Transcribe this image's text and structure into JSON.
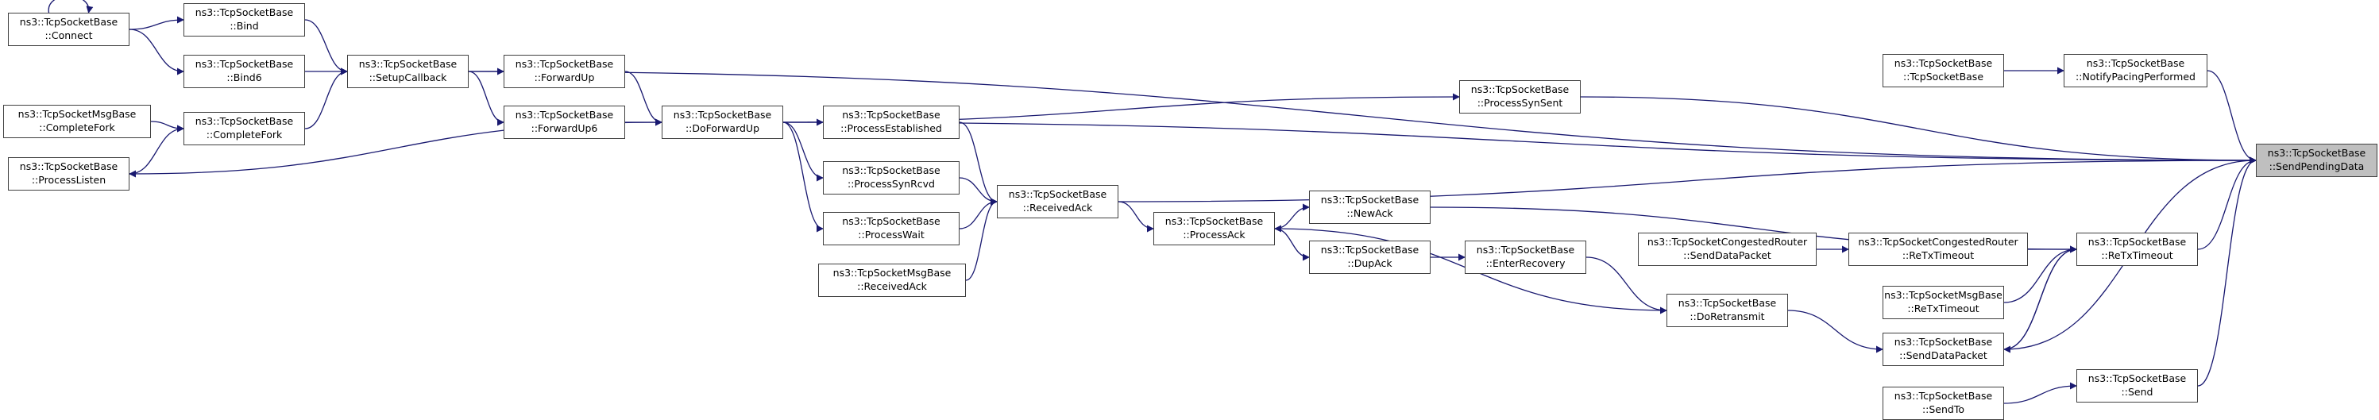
{
  "colors": {
    "edge": "#191970",
    "node_border": "#404040",
    "target_fill": "#bfbfbf"
  },
  "nodes": [
    {
      "id": "connect",
      "line1": "ns3::TcpSocketBase",
      "line2": "::Connect"
    },
    {
      "id": "bind",
      "line1": "ns3::TcpSocketBase",
      "line2": "::Bind"
    },
    {
      "id": "bind6",
      "line1": "ns3::TcpSocketBase",
      "line2": "::Bind6"
    },
    {
      "id": "msg_completefork",
      "line1": "ns3::TcpSocketMsgBase",
      "line2": "::CompleteFork"
    },
    {
      "id": "completefork",
      "line1": "ns3::TcpSocketBase",
      "line2": "::CompleteFork"
    },
    {
      "id": "processlisten",
      "line1": "ns3::TcpSocketBase",
      "line2": "::ProcessListen"
    },
    {
      "id": "setupcallback",
      "line1": "ns3::TcpSocketBase",
      "line2": "::SetupCallback"
    },
    {
      "id": "forwardup",
      "line1": "ns3::TcpSocketBase",
      "line2": "::ForwardUp"
    },
    {
      "id": "forwardup6",
      "line1": "ns3::TcpSocketBase",
      "line2": "::ForwardUp6"
    },
    {
      "id": "doforwardup",
      "line1": "ns3::TcpSocketBase",
      "line2": "::DoForwardUp"
    },
    {
      "id": "processestablished",
      "line1": "ns3::TcpSocketBase",
      "line2": "::ProcessEstablished"
    },
    {
      "id": "processsynrcvd",
      "line1": "ns3::TcpSocketBase",
      "line2": "::ProcessSynRcvd"
    },
    {
      "id": "processwait",
      "line1": "ns3::TcpSocketBase",
      "line2": "::ProcessWait"
    },
    {
      "id": "msg_receivedack",
      "line1": "ns3::TcpSocketMsgBase",
      "line2": "::ReceivedAck"
    },
    {
      "id": "receivedack",
      "line1": "ns3::TcpSocketBase",
      "line2": "::ReceivedAck"
    },
    {
      "id": "processack",
      "line1": "ns3::TcpSocketBase",
      "line2": "::ProcessAck"
    },
    {
      "id": "newack",
      "line1": "ns3::TcpSocketBase",
      "line2": "::NewAck"
    },
    {
      "id": "dupack",
      "line1": "ns3::TcpSocketBase",
      "line2": "::DupAck"
    },
    {
      "id": "enterrecovery",
      "line1": "ns3::TcpSocketBase",
      "line2": "::EnterRecovery"
    },
    {
      "id": "doretransmit",
      "line1": "ns3::TcpSocketBase",
      "line2": "::DoRetransmit"
    },
    {
      "id": "processsynsent",
      "line1": "ns3::TcpSocketBase",
      "line2": "::ProcessSynSent"
    },
    {
      "id": "ctor",
      "line1": "ns3::TcpSocketBase",
      "line2": "::TcpSocketBase"
    },
    {
      "id": "notifypacing",
      "line1": "ns3::TcpSocketBase",
      "line2": "::NotifyPacingPerformed"
    },
    {
      "id": "cong_senddatapacket",
      "line1": "ns3::TcpSocketCongestedRouter",
      "line2": "::SendDataPacket"
    },
    {
      "id": "cong_retxtimeout",
      "line1": "ns3::TcpSocketCongestedRouter",
      "line2": "::ReTxTimeout"
    },
    {
      "id": "msg_retxtimeout",
      "line1": "ns3::TcpSocketMsgBase",
      "line2": "::ReTxTimeout"
    },
    {
      "id": "senddatapacket",
      "line1": "ns3::TcpSocketBase",
      "line2": "::SendDataPacket"
    },
    {
      "id": "retxtimeout",
      "line1": "ns3::TcpSocketBase",
      "line2": "::ReTxTimeout"
    },
    {
      "id": "sendto",
      "line1": "ns3::TcpSocketBase",
      "line2": "::SendTo"
    },
    {
      "id": "send",
      "line1": "ns3::TcpSocketBase",
      "line2": "::Send"
    },
    {
      "id": "sendpending",
      "line1": "ns3::TcpSocketBase",
      "line2": "::SendPendingData",
      "target": true
    }
  ],
  "edges": [
    [
      "connect",
      "connect"
    ],
    [
      "connect",
      "bind"
    ],
    [
      "connect",
      "bind6"
    ],
    [
      "bind",
      "setupcallback"
    ],
    [
      "bind6",
      "setupcallback"
    ],
    [
      "msg_completefork",
      "completefork"
    ],
    [
      "processlisten",
      "completefork"
    ],
    [
      "completefork",
      "setupcallback"
    ],
    [
      "setupcallback",
      "forwardup"
    ],
    [
      "setupcallback",
      "forwardup6"
    ],
    [
      "forwardup",
      "doforwardup"
    ],
    [
      "forwardup6",
      "doforwardup"
    ],
    [
      "doforwardup",
      "processlisten"
    ],
    [
      "doforwardup",
      "processestablished"
    ],
    [
      "doforwardup",
      "processsynrcvd"
    ],
    [
      "doforwardup",
      "processwait"
    ],
    [
      "doforwardup",
      "processsynsent"
    ],
    [
      "doforwardup",
      "sendpending"
    ],
    [
      "setupcallback",
      "sendpending"
    ],
    [
      "processestablished",
      "receivedack"
    ],
    [
      "processsynrcvd",
      "receivedack"
    ],
    [
      "processwait",
      "receivedack"
    ],
    [
      "msg_receivedack",
      "receivedack"
    ],
    [
      "receivedack",
      "processack"
    ],
    [
      "receivedack",
      "sendpending"
    ],
    [
      "processack",
      "newack"
    ],
    [
      "processack",
      "dupack"
    ],
    [
      "doretransmit",
      "processack"
    ],
    [
      "dupack",
      "enterrecovery"
    ],
    [
      "enterrecovery",
      "doretransmit"
    ],
    [
      "doretransmit",
      "senddatapacket"
    ],
    [
      "processsynsent",
      "sendpending"
    ],
    [
      "ctor",
      "notifypacing"
    ],
    [
      "notifypacing",
      "sendpending"
    ],
    [
      "newack",
      "retxtimeout"
    ],
    [
      "cong_senddatapacket",
      "cong_retxtimeout"
    ],
    [
      "cong_retxtimeout",
      "retxtimeout"
    ],
    [
      "msg_retxtimeout",
      "retxtimeout"
    ],
    [
      "senddatapacket",
      "retxtimeout"
    ],
    [
      "retxtimeout",
      "senddatapacket"
    ],
    [
      "retxtimeout",
      "sendpending"
    ],
    [
      "senddatapacket",
      "sendpending"
    ],
    [
      "sendto",
      "send"
    ],
    [
      "send",
      "sendpending"
    ]
  ]
}
